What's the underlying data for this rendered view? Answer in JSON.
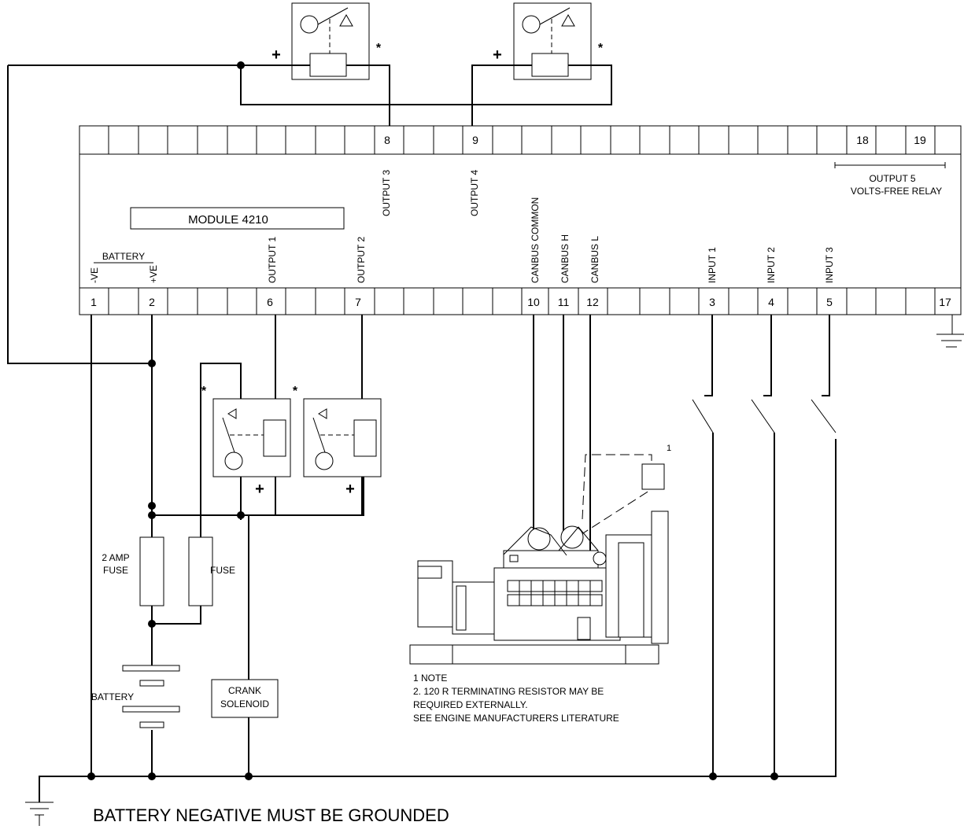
{
  "module": {
    "title": "MODULE 4210"
  },
  "terminals": {
    "top": [
      "8",
      "9",
      "18",
      "19"
    ],
    "bottom": [
      "1",
      "2",
      "6",
      "7",
      "10",
      "11",
      "12",
      "3",
      "4",
      "5",
      "17"
    ]
  },
  "labels": {
    "battery_group": "BATTERY",
    "neg_ve": "-VE",
    "pos_ve": "+VE",
    "output1": "OUTPUT 1",
    "output2": "OUTPUT 2",
    "output3": "OUTPUT 3",
    "output4": "OUTPUT 4",
    "output5_line1": "OUTPUT 5",
    "output5_line2": "VOLTS-FREE RELAY",
    "canbus_common": "CANBUS COMMON",
    "canbus_h": "CANBUS H",
    "canbus_l": "CANBUS L",
    "input1": "INPUT 1",
    "input2": "INPUT 2",
    "input3": "INPUT 3"
  },
  "components": {
    "fuse_2amp_line1": "2 AMP",
    "fuse_2amp_line2": "FUSE",
    "fuse": "FUSE",
    "battery": "BATTERY",
    "crank_line1": "CRANK",
    "crank_line2": "SOLENOID",
    "plus": "+",
    "star": "*",
    "resistor_ref": "1"
  },
  "notes": [
    "1 NOTE",
    "2. 120 R TERMINATING RESISTOR MAY BE",
    "REQUIRED EXTERNALLY.",
    "SEE ENGINE MANUFACTURERS LITERATURE"
  ],
  "footer": "BATTERY NEGATIVE MUST BE GROUNDED"
}
